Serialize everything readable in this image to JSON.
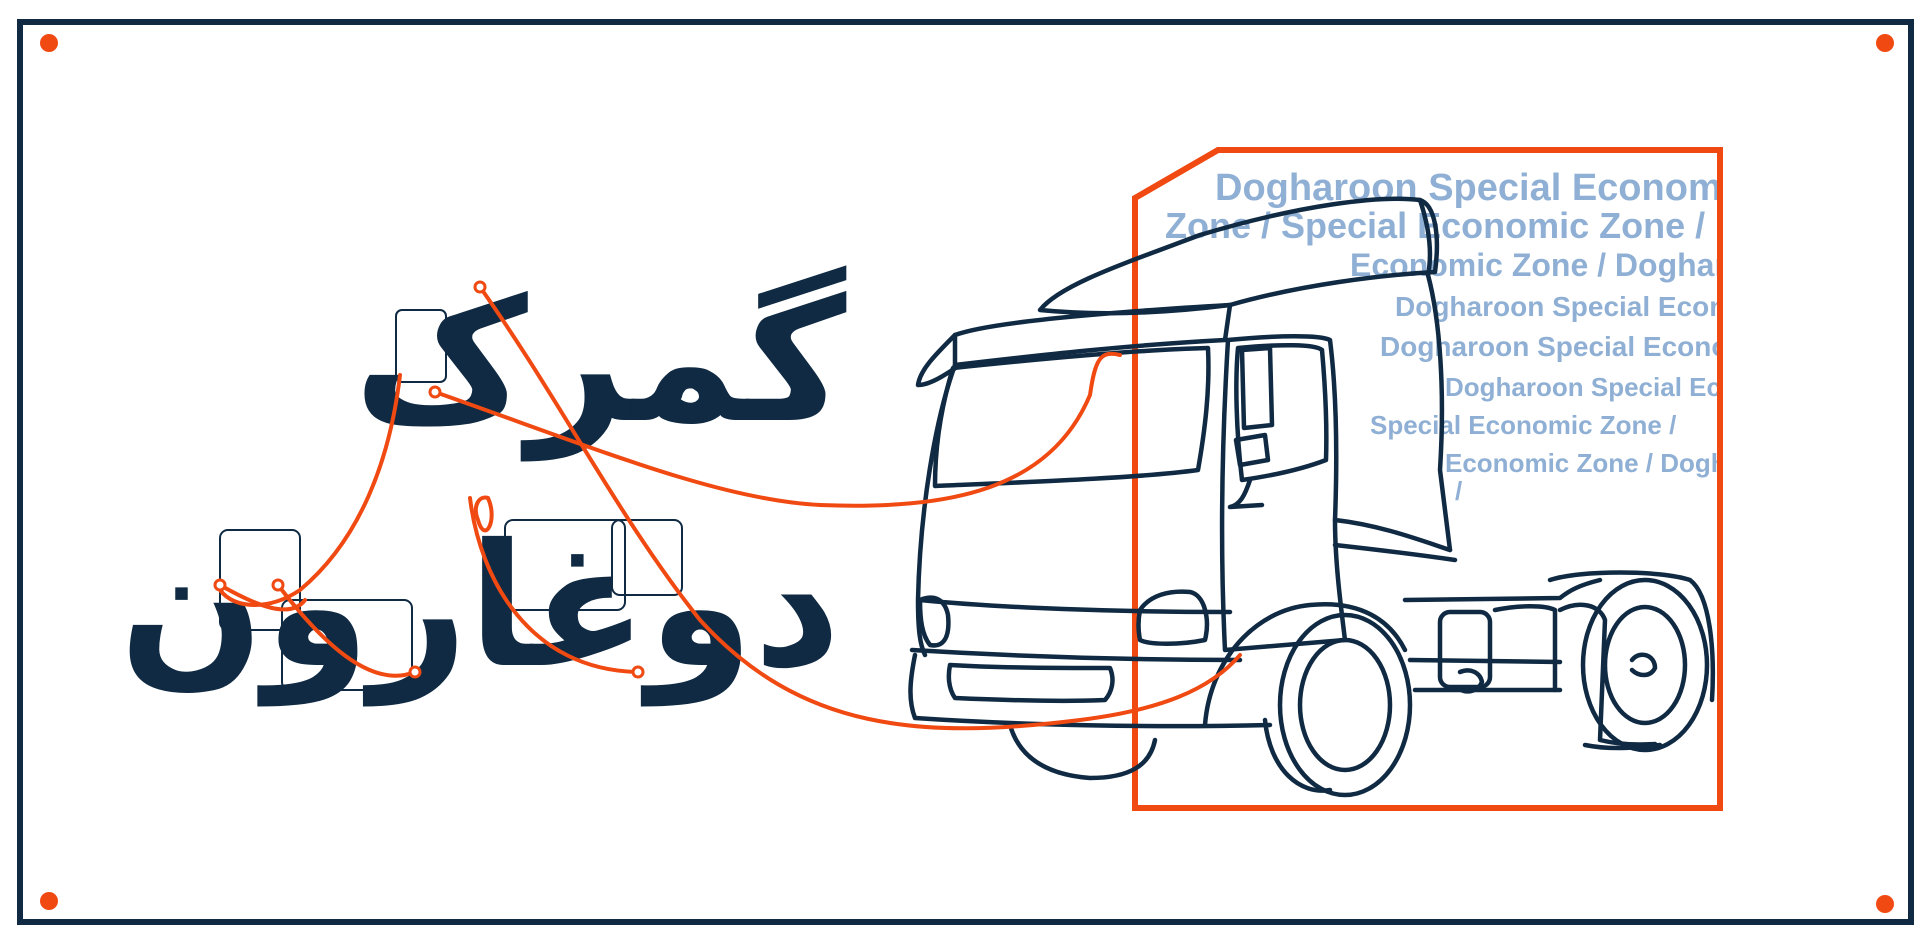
{
  "title": {
    "line1": "گمرک",
    "line2": "دوغارون"
  },
  "background_text": {
    "lines": [
      "Dogharoon Special Economic",
      "Zone / Special Economic Zone / Dogharoon",
      "Economic Zone /   Dogharoon",
      "Dogharoon Special Economic Zone",
      "Dogharoon Special Economic",
      "Dogharoon Special Economic",
      "Special Economic Zone /",
      "Economic Zone /  Dogharoon",
      "/"
    ]
  },
  "colors": {
    "border": "#0f2a42",
    "accent": "#f04a12",
    "title": "#0f2a42",
    "truck_stroke": "#0f2a42",
    "bg_text": "#8fb0d4",
    "background": "#ffffff"
  }
}
